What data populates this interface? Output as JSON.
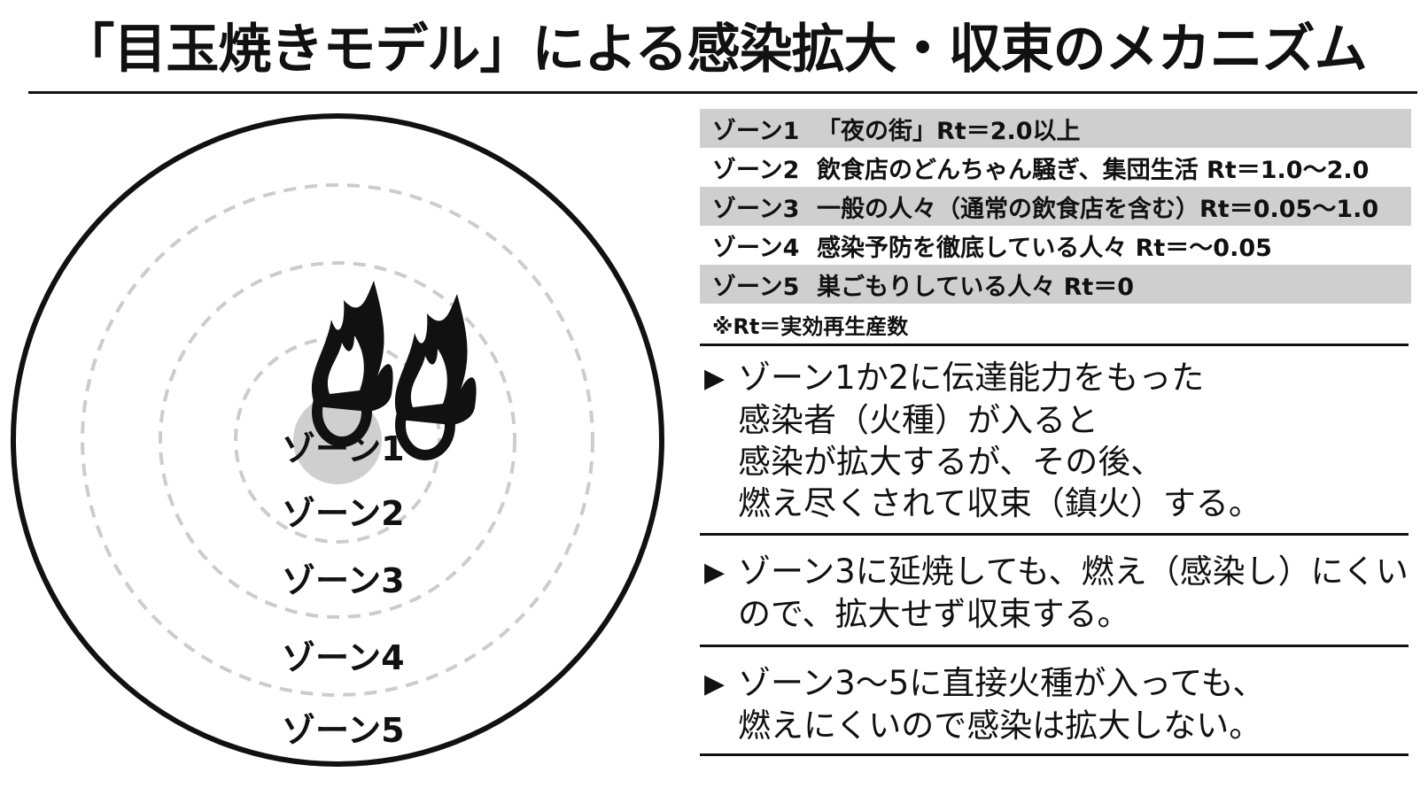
{
  "title": "「目玉焼きモデル」による感染拡大・収束のメカニズム",
  "diagram": {
    "zone_labels": [
      "ゾーン1",
      "ゾーン2",
      "ゾーン3",
      "ゾーン4",
      "ゾーン5"
    ],
    "icons": [
      "flame-icon",
      "flame-icon"
    ],
    "colors": {
      "outline": "#111111",
      "dashed_ring": "#cccccc",
      "center_disc": "#cfcfcf"
    }
  },
  "zone_table": {
    "rows": [
      {
        "zone": "ゾーン1",
        "desc": "「夜の街」Rt＝2.0以上"
      },
      {
        "zone": "ゾーン2",
        "desc": "飲食店のどんちゃん騒ぎ、集団生活 Rt＝1.0〜2.0"
      },
      {
        "zone": "ゾーン3",
        "desc": "一般の人々（通常の飲食店を含む）Rt＝0.05〜1.0"
      },
      {
        "zone": "ゾーン4",
        "desc": "感染予防を徹底している人々 Rt＝〜0.05"
      },
      {
        "zone": "ゾーン5",
        "desc": "巣ごもりしている人々 Rt＝0"
      }
    ],
    "note": "※Rt＝実効再生産数"
  },
  "bullets": [
    {
      "marker": "▶",
      "lines": [
        "ゾーン1か2に伝達能力をもった",
        "感染者（火種）が入ると",
        "感染が拡大するが、その後、",
        "燃え尽くされて収束（鎮火）する。"
      ]
    },
    {
      "marker": "▶",
      "lines": [
        "ゾーン3に延焼しても、燃え（感染し）にくい",
        "ので、拡大せず収束する。"
      ]
    },
    {
      "marker": "▶",
      "lines": [
        "ゾーン3〜5に直接火種が入っても、",
        "燃えにくいので感染は拡大しない。"
      ]
    }
  ]
}
